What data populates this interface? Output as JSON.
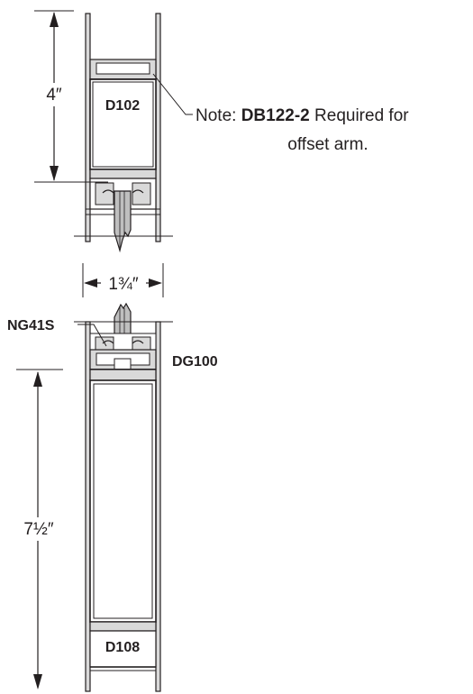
{
  "dimensions": {
    "top_height": "4″",
    "width": "1¾″",
    "bottom_height": "7½″"
  },
  "parts": {
    "top_rail": "D102",
    "glazing_bead": "DG100",
    "gasket": "NG41S",
    "bottom_rail": "D108"
  },
  "note": {
    "prefix": "Note: ",
    "part": "DB122-2",
    "suffix": " Required for",
    "line2": "offset arm."
  },
  "colors": {
    "line": "#231f20",
    "metal_fill": "#d9d9d9",
    "glass_fill": "#bfbfbf"
  }
}
